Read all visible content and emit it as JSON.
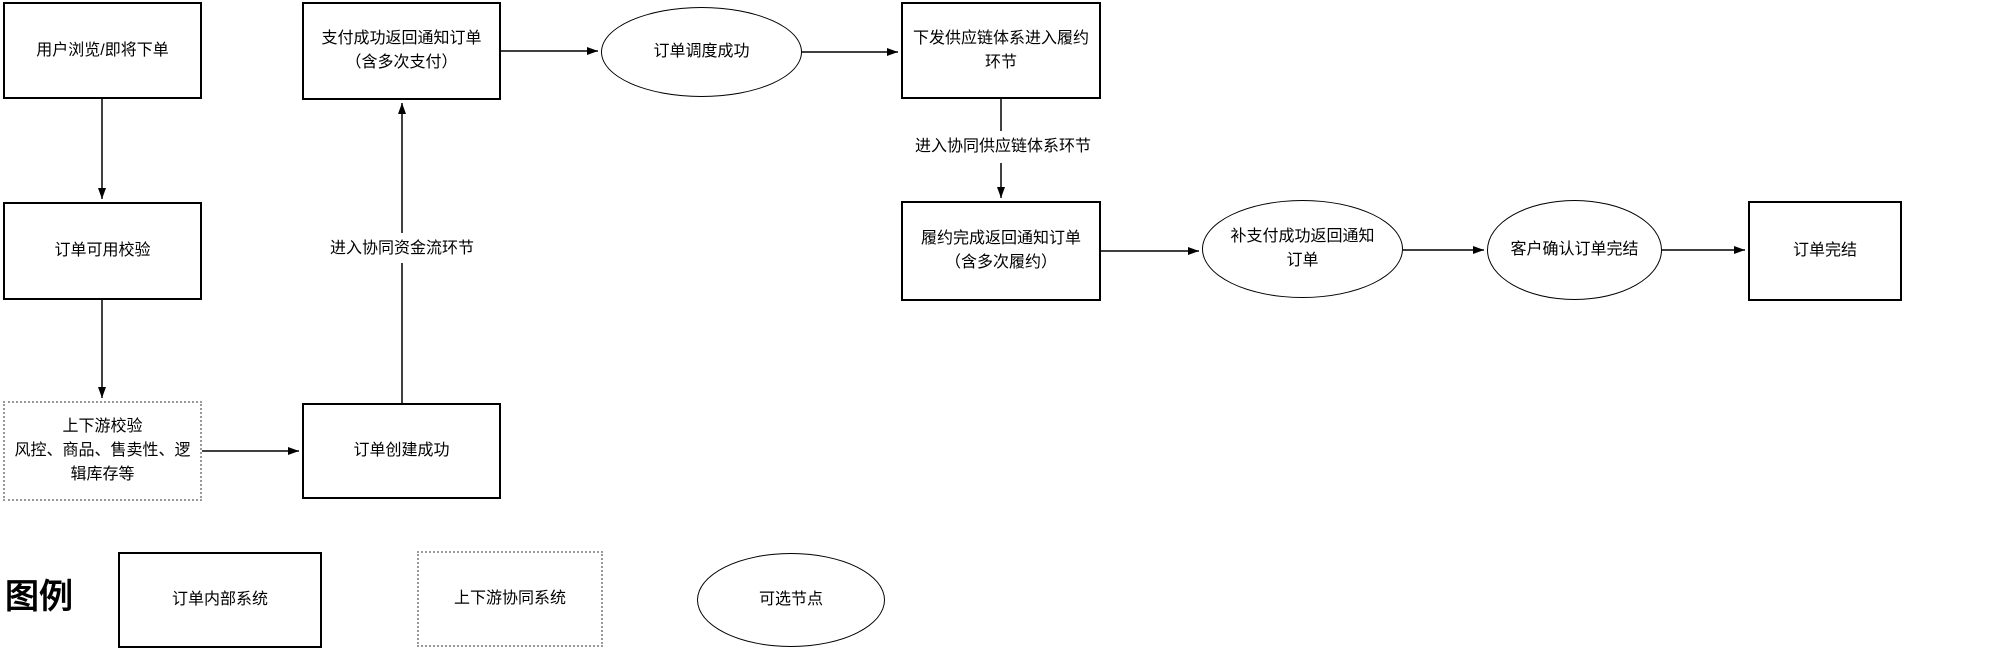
{
  "diagram": {
    "nodes": {
      "user_browse": {
        "label": "用户浏览/即将下单"
      },
      "order_check": {
        "label": "订单可用校验"
      },
      "updown_check": {
        "lines": [
          "上下游校验",
          "风控、商品、售卖性、逻",
          "辑库存等"
        ]
      },
      "order_created": {
        "label": "订单创建成功"
      },
      "pay_success": {
        "lines": [
          "支付成功返回通知订单",
          "（含多次支付）"
        ]
      },
      "order_scheduled": {
        "label": "订单调度成功"
      },
      "supply_chain": {
        "lines": [
          "下发供应链体系进入履约",
          "环节"
        ]
      },
      "fulfill_done": {
        "lines": [
          "履约完成返回通知订单",
          "（含多次履约）"
        ]
      },
      "repay_notify": {
        "lines": [
          "补支付成功返回通知",
          "订单"
        ]
      },
      "customer_confirm": {
        "label": "客户确认订单完结"
      },
      "order_complete": {
        "label": "订单完结"
      }
    },
    "edge_labels": {
      "funds_flow": "进入协同资金流环节",
      "supply_flow": "进入协同供应链体系环节"
    },
    "legend": {
      "title": "图例",
      "items": [
        {
          "label": "订单内部系统",
          "shape": "rect-solid"
        },
        {
          "label": "上下游协同系统",
          "shape": "rect-dotted"
        },
        {
          "label": "可选节点",
          "shape": "ellipse"
        }
      ]
    },
    "colors": {
      "stroke": "#000000",
      "dotted_border": "#999999",
      "background": "#ffffff",
      "text": "#000000"
    }
  }
}
